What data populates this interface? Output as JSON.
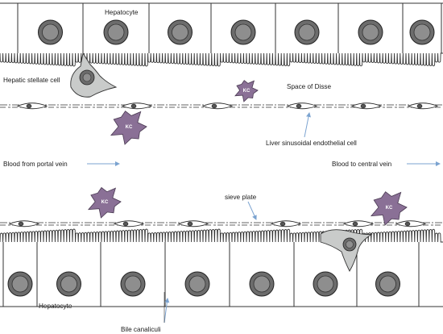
{
  "labels": {
    "hepatocyte_top": "Hepatocyte",
    "hepatocyte_bottom": "Hepatocyte",
    "hepatic_stellate_cell": "Hepatic stellate cell",
    "space_of_disse": "Space of Disse",
    "liver_sinusoidal_endothelial_cell": "Liver sinusoidal endothelial cell",
    "blood_from_portal_vein": "Blood from portal vein",
    "blood_to_central_vein": "Blood to central vein",
    "sieve_plate": "sieve plate",
    "bile_canaliculi": "Bile canaliculi"
  },
  "kupffer_label": "KC",
  "colors": {
    "kupffer_cell": "#8a7096",
    "stellate_cell": "#c9cbca",
    "nucleus_outer": "#6c6c6c",
    "nucleus_inner": "#8e8e8e",
    "arrow": "#7ba3d0",
    "outline": "#333333"
  }
}
